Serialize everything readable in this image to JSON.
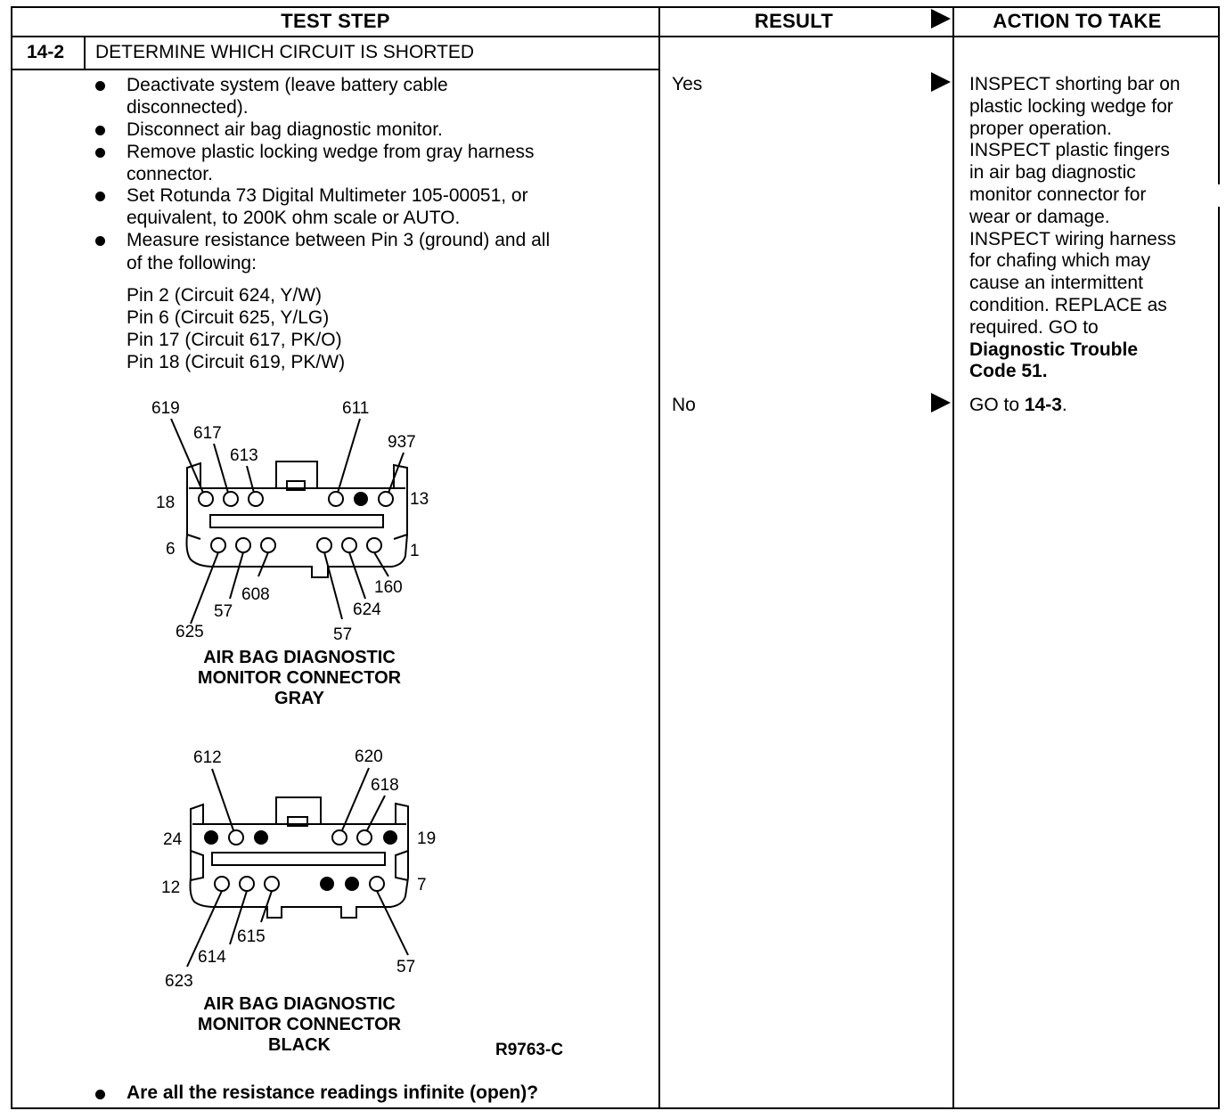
{
  "header": {
    "test_step": "TEST STEP",
    "result": "RESULT",
    "action": "ACTION TO TAKE"
  },
  "step": {
    "number": "14-2",
    "title": "DETERMINE WHICH CIRCUIT IS SHORTED"
  },
  "instructions": [
    [
      "Deactivate system (leave battery cable",
      "disconnected)."
    ],
    [
      "Disconnect air bag diagnostic monitor."
    ],
    [
      "Remove plastic locking wedge from gray harness",
      "connector."
    ],
    [
      "Set Rotunda 73 Digital Multimeter 105-00051, or",
      "equivalent, to 200K ohm scale or AUTO."
    ],
    [
      "Measure resistance between Pin 3 (ground) and all",
      "of the following:"
    ]
  ],
  "pins": [
    "Pin 2 (Circuit 624, Y/W)",
    "Pin 6 (Circuit 625, Y/LG)",
    "Pin 17 (Circuit 617, PK/O)",
    "Pin 18 (Circuit 619, PK/W)"
  ],
  "gray_connector": {
    "caption": [
      "AIR BAG DIAGNOSTIC",
      "MONITOR CONNECTOR",
      "GRAY"
    ],
    "labels": {
      "c619": "619",
      "c617": "617",
      "c613": "613",
      "c611": "611",
      "c937": "937",
      "pin18": "18",
      "pin13": "13",
      "pin6": "6",
      "pin1": "1",
      "c625": "625",
      "c57a": "57",
      "c608": "608",
      "c57b": "57",
      "c624": "624",
      "c160": "160"
    }
  },
  "black_connector": {
    "caption": [
      "AIR BAG DIAGNOSTIC",
      "MONITOR CONNECTOR",
      "BLACK"
    ],
    "labels": {
      "c612": "612",
      "c620": "620",
      "c618": "618",
      "pin24": "24",
      "pin19": "19",
      "pin12": "12",
      "pin7": "7",
      "c623": "623",
      "c614": "614",
      "c615": "615",
      "c57": "57"
    }
  },
  "figure_id": "R9763-C",
  "question": "Are all the resistance readings infinite (open)?",
  "results": {
    "yes": "Yes",
    "no": "No"
  },
  "actions": {
    "yes_lines": [
      "INSPECT shorting bar on",
      "plastic locking wedge for",
      "proper operation.",
      "INSPECT plastic fingers",
      "in air bag diagnostic",
      "monitor connector for",
      "wear or damage.",
      "INSPECT wiring harness",
      "for chafing which may",
      "cause an intermittent",
      "condition. REPLACE as",
      "required. GO to"
    ],
    "yes_bold": [
      "Diagnostic Trouble",
      "Code 51",
      "."
    ],
    "no_prefix": "GO to ",
    "no_bold": "14-3",
    "no_suffix": "."
  }
}
